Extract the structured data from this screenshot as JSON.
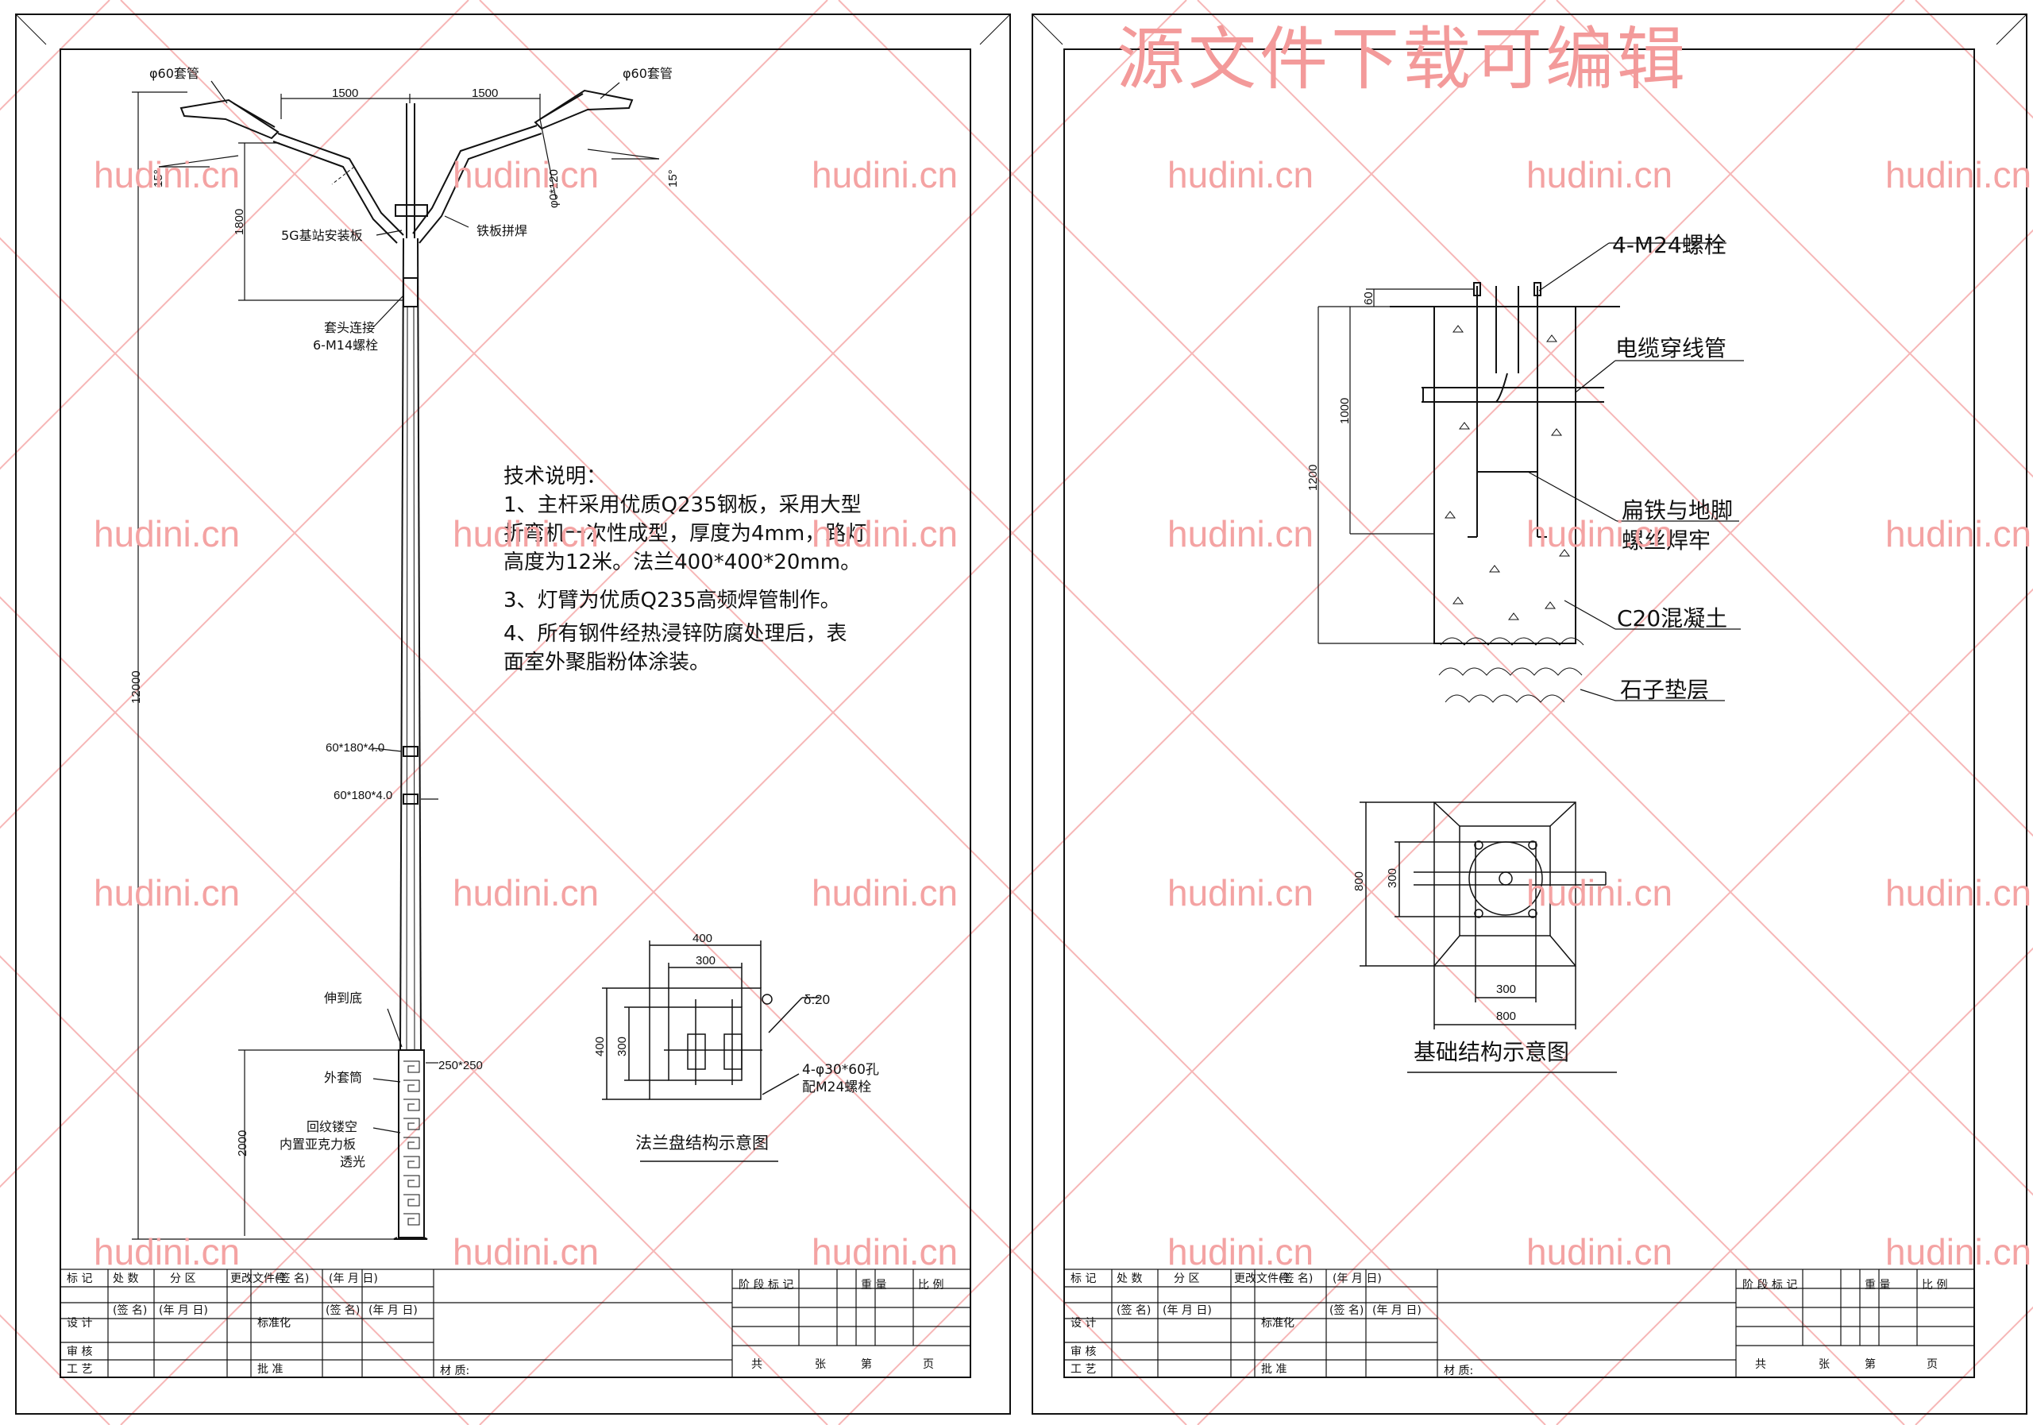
{
  "watermark": {
    "title": "源文件下载可编辑",
    "site": "hudini.cn"
  },
  "pole": {
    "sleeve_left": "φ60套管",
    "sleeve_right": "φ60套管",
    "arm_left_width": "1500",
    "arm_right_width": "1500",
    "angle_left": "15°",
    "angle_right": "15°",
    "arm_pipe": "φ0*120",
    "arm_height": "1800",
    "base_station_plate": "5G基站安装板",
    "iron_plate_weld": "铁板拼焊",
    "socket_joint": "套头连接",
    "bolt_spec": "6-M14螺栓",
    "total_height": "12000",
    "door_1": "60*180*4.0",
    "door_2": "60*180*4.0",
    "extend_bottom": "伸到底",
    "outer_tube": "外套筒",
    "base_size": "250*250",
    "pattern_1": "回纹镂空",
    "pattern_2": "内置亚克力板",
    "pattern_3": "透光",
    "base_height": "2000"
  },
  "tech_notes": {
    "heading": "技术说明：",
    "lines": [
      "1、主杆采用优质Q235钢板，采用大型",
      "折弯机一次性成型，厚度为4mm，路灯",
      "高度为12米。法兰400*400*20mm。",
      "3、灯臂为优质Q235高频焊管制作。",
      "4、所有钢件经热浸锌防腐处理后，表",
      "面室外聚脂粉体涂装。"
    ]
  },
  "flange": {
    "outer": "400",
    "inner": "300",
    "side_outer": "400",
    "side_inner": "300",
    "thickness": "δ:20",
    "holes": "4-φ30*60孔",
    "bolts": "配M24螺栓",
    "title": "法兰盘结构示意图"
  },
  "foundation": {
    "bolts": "4-M24螺栓",
    "top": "60",
    "depth1": "1000",
    "depth2": "1200",
    "cable_pipe": "电缆穿线管",
    "weld_1": "扁铁与地脚",
    "weld_2": "螺丝焊牢",
    "concrete": "C20混凝土",
    "gravel": "石子垫层",
    "plan_side": "800",
    "plan_inner_side": "300",
    "plan_inner_bottom": "300",
    "plan_bottom": "800",
    "title": "基础结构示意图"
  },
  "titleblock": {
    "row1": [
      "标 记",
      "处 数",
      "分 区",
      "更改文件号",
      "(签 名)",
      "(年 月 日)"
    ],
    "design": "设 计",
    "sign": "(签 名)",
    "date": "(年 月 日)",
    "standard": "标准化",
    "sign2": "(签 名)",
    "date2": "(年 月 日)",
    "review": "审 核",
    "craft": "工 艺",
    "approve": "批 准",
    "material": "材 质:",
    "stage": "阶 段 标 记",
    "weight": "重 量",
    "scale": "比 例",
    "total": "共",
    "sheet": "张",
    "page_no": "第",
    "page": "页"
  }
}
